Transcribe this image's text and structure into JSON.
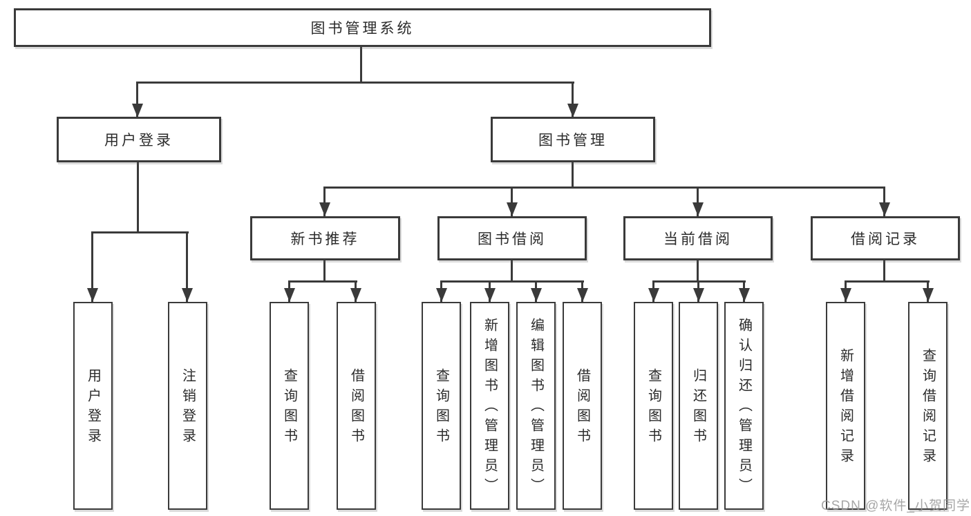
{
  "tree": {
    "root": {
      "label": "图书管理系统"
    },
    "children": [
      {
        "label": "用户登录",
        "children": [
          {
            "label": "用户登录"
          },
          {
            "label": "注销登录"
          }
        ]
      },
      {
        "label": "图书管理",
        "children": [
          {
            "label": "新书推荐",
            "children": [
              {
                "label": "查询图书"
              },
              {
                "label": "借阅图书"
              }
            ]
          },
          {
            "label": "图书借阅",
            "children": [
              {
                "label": "查询图书"
              },
              {
                "label": "新增图书（管理员）"
              },
              {
                "label": "编辑图书（管理员）"
              },
              {
                "label": "借阅图书"
              }
            ]
          },
          {
            "label": "当前借阅",
            "children": [
              {
                "label": "查询图书"
              },
              {
                "label": "归还图书"
              },
              {
                "label": "确认归还（管理员）"
              }
            ]
          },
          {
            "label": "借阅记录",
            "children": [
              {
                "label": "新增借阅记录"
              },
              {
                "label": "查询借阅记录"
              }
            ]
          }
        ]
      }
    ]
  },
  "watermark": {
    "text": "CSDN @软件_小贺同学"
  },
  "colors": {
    "line": "#3a3a3a",
    "box_background": "#ffffff",
    "text": "#2b2b2b",
    "watermark": "#969696"
  }
}
